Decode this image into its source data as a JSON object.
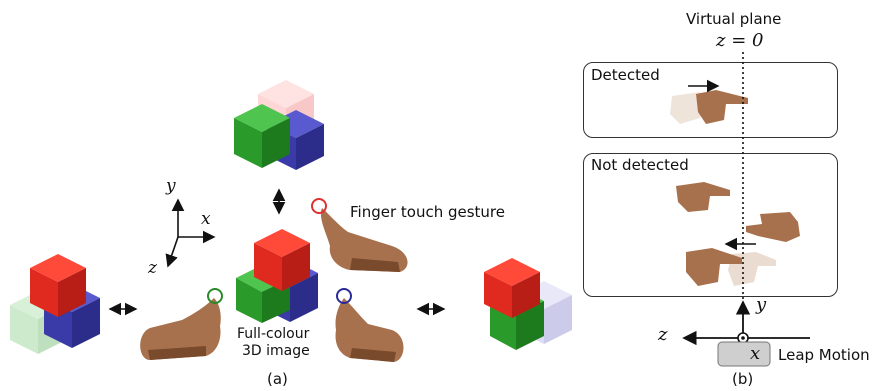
{
  "panel_a": {
    "caption": "(a)",
    "axes": {
      "x": "x",
      "y": "y",
      "z": "z"
    },
    "gesture_label": "Finger touch gesture",
    "image_label_line1": "Full-colour",
    "image_label_line2": "3D image"
  },
  "panel_b": {
    "caption": "(b)",
    "plane_title": "Virtual plane",
    "plane_eq": "z = 0",
    "box_detected": "Detected",
    "box_not_detected": "Not detected",
    "axis_y": "y",
    "axis_z": "z",
    "axis_x": "x",
    "sensor_label": "Leap Motion"
  },
  "colors": {
    "red_top": "#ff4a3a",
    "red_front": "#e12a1f",
    "red_side": "#b81e16",
    "green_top": "#4fc44f",
    "green_front": "#2a9a2a",
    "green_side": "#1d7a1d",
    "blue_top": "#5a5ad0",
    "blue_front": "#3a3aa8",
    "blue_side": "#2c2c8a",
    "hand": "#a8714d",
    "hand_shade": "#7a4a2c",
    "ring_red": "#e03030",
    "ring_green": "#2a8a2a",
    "ring_blue": "#2a2a9a"
  },
  "icons": [
    "double-arrow-icon",
    "axis-triad-icon",
    "hand-icon",
    "touch-ring-icon"
  ]
}
